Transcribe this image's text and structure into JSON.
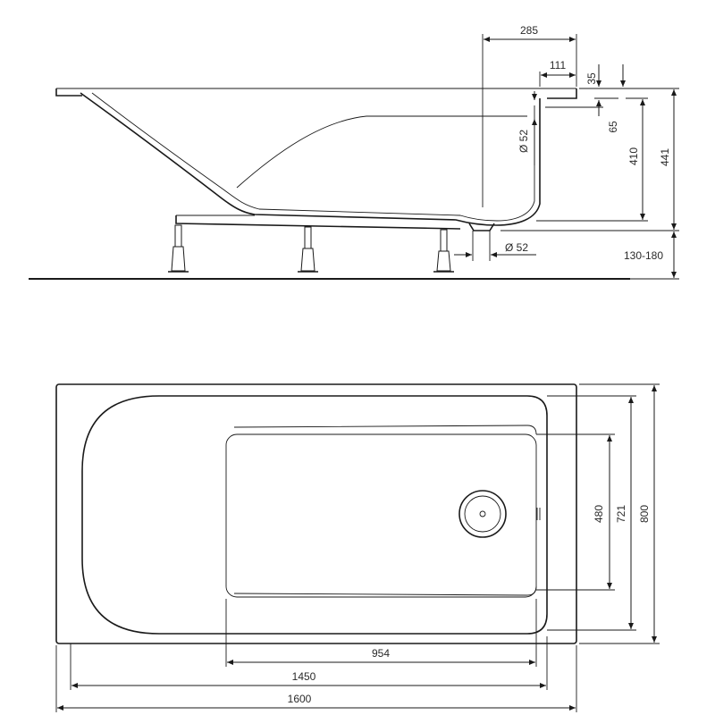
{
  "side_view": {
    "dim_285": "285",
    "dim_111": "111",
    "dim_35": "35",
    "dim_65": "65",
    "dim_410": "410",
    "dim_441": "441",
    "dim_d52_outlet": "Ø 52",
    "dim_d52_drain": "Ø 52",
    "dim_130_180": "130-180"
  },
  "top_view": {
    "dim_954": "954",
    "dim_1450": "1450",
    "dim_1600": "1600",
    "dim_480": "480",
    "dim_721": "721",
    "dim_800": "800"
  },
  "colors": {
    "line": "#1a1a1a",
    "text": "#2a2a2a",
    "background": "#ffffff"
  }
}
